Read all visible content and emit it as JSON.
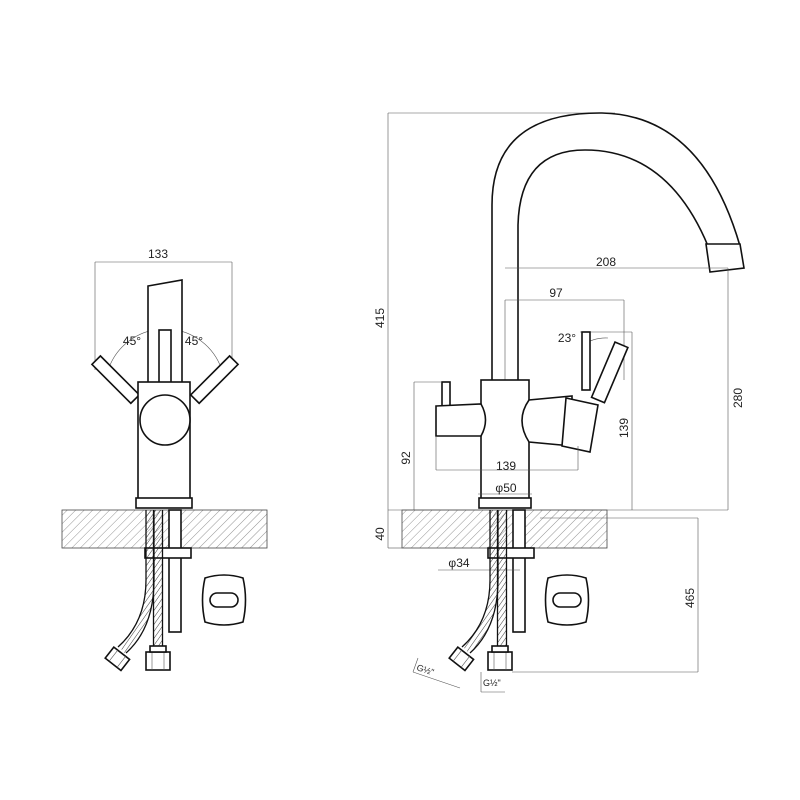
{
  "front_view": {
    "width": "133",
    "angle_left": "45°",
    "angle_right": "45°"
  },
  "side_view": {
    "height_total": "415",
    "spout_reach": "208",
    "handle_offset": "97",
    "handle_angle": "23°",
    "spout_height": "280",
    "body_height_right": "139",
    "body_width": "139",
    "lever_height": "92",
    "base_diameter": "φ50",
    "counter_thickness": "40",
    "hole_diameter": "φ34",
    "hose_length": "465",
    "thread_left": "G½\"",
    "thread_right": "G½\""
  },
  "colors": {
    "line": "#111111",
    "dimension_line": "#555555",
    "hatch": "#555555",
    "background": "#ffffff"
  }
}
